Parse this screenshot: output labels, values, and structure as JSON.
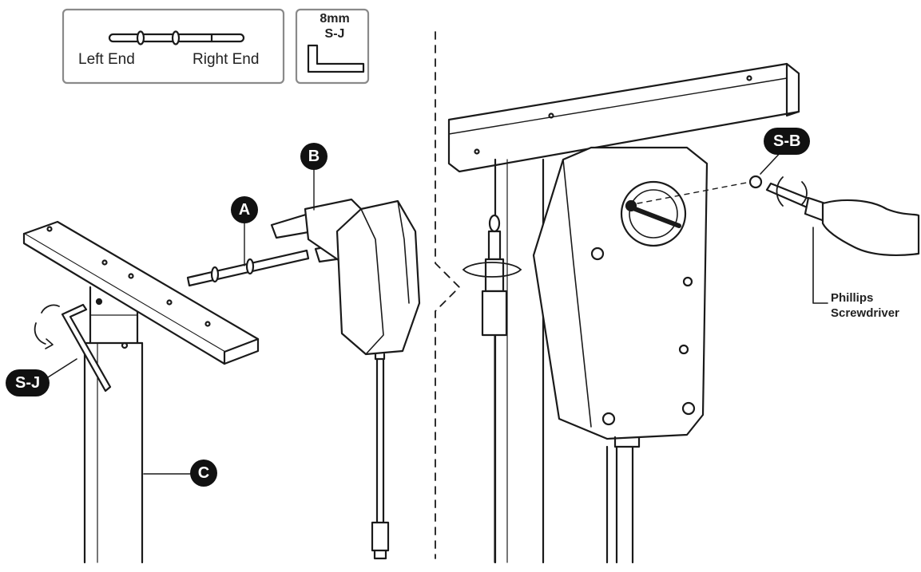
{
  "legend": {
    "left_end": "Left End",
    "right_end": "Right End",
    "tool_size": "8mm",
    "tool_code": "S-J"
  },
  "callouts": {
    "part_a": "A",
    "part_b": "B",
    "part_c": "C",
    "tool_sj": "S-J",
    "screw_sb": "S-B",
    "screwdriver_line1": "Phillips",
    "screwdriver_line2": "Screwdriver"
  },
  "colors": {
    "ink": "#1a1a1a",
    "badge_fill": "#111111",
    "badge_text": "#ffffff",
    "box_border": "#8a8a8a",
    "fill_light": "#f3f3f3"
  }
}
